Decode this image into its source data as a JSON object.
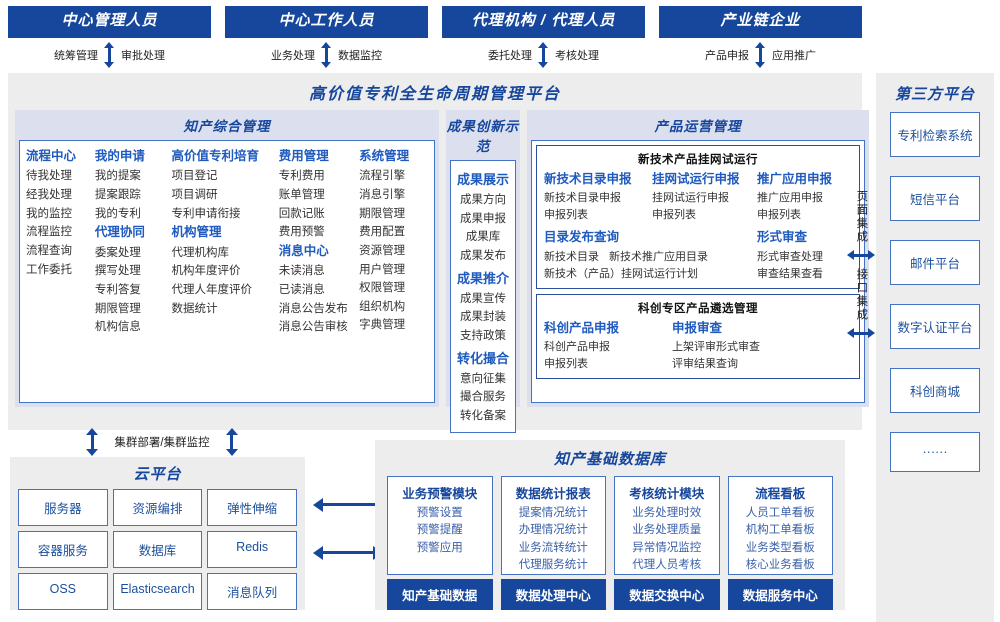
{
  "actors": [
    {
      "title": "中心管理人员",
      "left": "统筹管理",
      "right": "审批处理"
    },
    {
      "title": "中心工作人员",
      "left": "业务处理",
      "right": "数据监控"
    },
    {
      "title": "代理机构 / 代理人员",
      "left": "委托处理",
      "right": "考核处理"
    },
    {
      "title": "产业链企业",
      "left": "产品申报",
      "right": "应用推广"
    }
  ],
  "platform": {
    "title": "高价值专利全生命周期管理平台",
    "zhichan": {
      "title": "知产综合管理",
      "columns": [
        {
          "groups": [
            {
              "head": "流程中心",
              "items": [
                "待我处理",
                "经我处理",
                "我的监控",
                "流程监控",
                "流程查询",
                "工作委托"
              ]
            }
          ]
        },
        {
          "groups": [
            {
              "head": "我的申请",
              "items": [
                "我的提案",
                "提案跟踪",
                "我的专利"
              ]
            },
            {
              "head": "代理协同",
              "items": [
                "委案处理",
                "撰写处理",
                "专利答复",
                "期限管理",
                "机构信息"
              ]
            }
          ]
        },
        {
          "groups": [
            {
              "head": "高价值专利培育",
              "items": [
                "项目登记",
                "项目调研",
                "专利申请衔接"
              ]
            },
            {
              "head": "机构管理",
              "items": [
                "代理机构库",
                "机构年度评价",
                "代理人年度评价",
                "数据统计"
              ]
            }
          ]
        },
        {
          "groups": [
            {
              "head": "费用管理",
              "items": [
                "专利费用",
                "账单管理",
                "回款记账",
                "费用预警"
              ]
            },
            {
              "head": "消息中心",
              "items": [
                "未读消息",
                "已读消息",
                "消息公告发布",
                "消息公告审核"
              ]
            }
          ]
        },
        {
          "groups": [
            {
              "head": "系统管理",
              "items": [
                "流程引擎",
                "消息引擎",
                "期限管理",
                "费用配置",
                "资源管理",
                "用户管理",
                "权限管理",
                "组织机构",
                "字典管理"
              ]
            }
          ]
        }
      ]
    },
    "chengguo": {
      "title": "成果创新示范",
      "groups": [
        {
          "head": "成果展示",
          "items": [
            "成果方向",
            "成果申报",
            "成果库",
            "成果发布"
          ]
        },
        {
          "head": "成果推介",
          "items": [
            "成果宣传",
            "成果封装",
            "支持政策"
          ]
        },
        {
          "head": "转化撮合",
          "items": [
            "意向征集",
            "撮合服务",
            "转化备案"
          ]
        }
      ]
    },
    "chanpin": {
      "title": "产品运营管理",
      "boxes": [
        {
          "title": "新技术产品挂网试运行",
          "row1": [
            {
              "head": "新技术目录申报",
              "items": [
                "新技术目录申报",
                "申报列表"
              ]
            },
            {
              "head": "挂网试运行申报",
              "items": [
                "挂网试运行申报",
                "申报列表"
              ]
            },
            {
              "head": "推广应用申报",
              "items": [
                "推广应用申报",
                "申报列表"
              ]
            }
          ],
          "row2": [
            {
              "head": "目录发布查询",
              "items": [
                "新技术目录",
                "新技术推广应用目录",
                "新技术（产品）挂网试运行计划"
              ]
            },
            {
              "head": "形式审查",
              "items": [
                "形式审查处理",
                "审查结果查看"
              ]
            }
          ]
        },
        {
          "title": "科创专区产品遴选管理",
          "row1": [
            {
              "head": "科创产品申报",
              "items": [
                "科创产品申报",
                "申报列表"
              ]
            },
            {
              "head": "申报审查",
              "items": [
                "上架评审形式审查",
                "评审结果查询"
              ]
            }
          ]
        }
      ]
    }
  },
  "integration": {
    "page_label": "页面集成",
    "api_label": "接口集成"
  },
  "third_party": {
    "title": "第三方平台",
    "items": [
      "专利检索系统",
      "短信平台",
      "邮件平台",
      "数字认证平台",
      "科创商城",
      "······"
    ]
  },
  "cluster": {
    "label": "集群部署/集群监控"
  },
  "cloud": {
    "title": "云平台",
    "cells": [
      "服务器",
      "资源编排",
      "弹性伸缩",
      "容器服务",
      "数据库",
      "Redis",
      "OSS",
      "Elasticsearch",
      "消息队列"
    ]
  },
  "database": {
    "title": "知产基础数据库",
    "columns": [
      {
        "title": "业务预警模块",
        "items": [
          "预警设置",
          "预警提醒",
          "预警应用"
        ],
        "foot": "知产基础数据"
      },
      {
        "title": "数据统计报表",
        "items": [
          "提案情况统计",
          "办理情况统计",
          "业务流转统计",
          "代理服务统计"
        ],
        "foot": "数据处理中心"
      },
      {
        "title": "考核统计模块",
        "items": [
          "业务处理时效",
          "业务处理质量",
          "异常情况监控",
          "代理人员考核"
        ],
        "foot": "数据交换中心"
      },
      {
        "title": "流程看板",
        "items": [
          "人员工单看板",
          "机构工单看板",
          "业务类型看板",
          "核心业务看板"
        ],
        "foot": "数据服务中心"
      }
    ]
  },
  "colors": {
    "brand_navy": "#16479d",
    "accent_blue": "#4472c4",
    "panel_grey": "#ededed",
    "section_lavender": "#dcdfee"
  }
}
